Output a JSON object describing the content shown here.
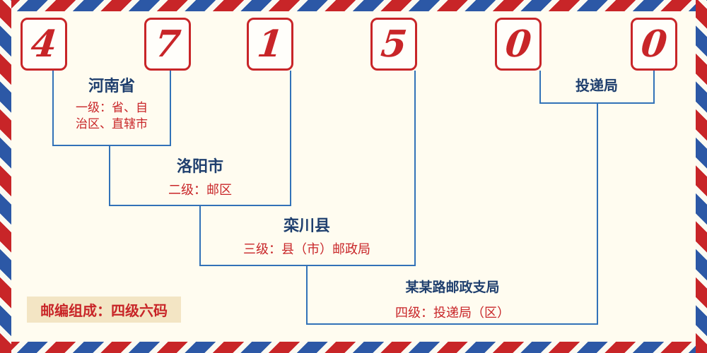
{
  "postal_code": {
    "value": "471500",
    "digits": [
      "4",
      "7",
      "1",
      "5",
      "0",
      "0"
    ]
  },
  "levels": [
    {
      "name": "河南省",
      "desc_lines": [
        "一级：省、自",
        "治区、直辖市"
      ]
    },
    {
      "name": "洛阳市",
      "desc": "二级：邮区"
    },
    {
      "name": "栾川县",
      "desc": "三级：县（市）邮政局"
    },
    {
      "name": "某某路邮政支局",
      "desc": "四级：投递局（区）"
    }
  ],
  "delivery_office_label": "投递局",
  "footer_badge": "邮编组成：四级六码",
  "colors": {
    "digit_red": "#c82528",
    "line_blue": "#3272b8",
    "label_navy": "#1f3f6e",
    "desc_red": "#c82528",
    "badge_bg": "#f3e5c4",
    "background": "#fffcf0",
    "border_red": "#c82528",
    "border_blue": "#2c58a6"
  }
}
